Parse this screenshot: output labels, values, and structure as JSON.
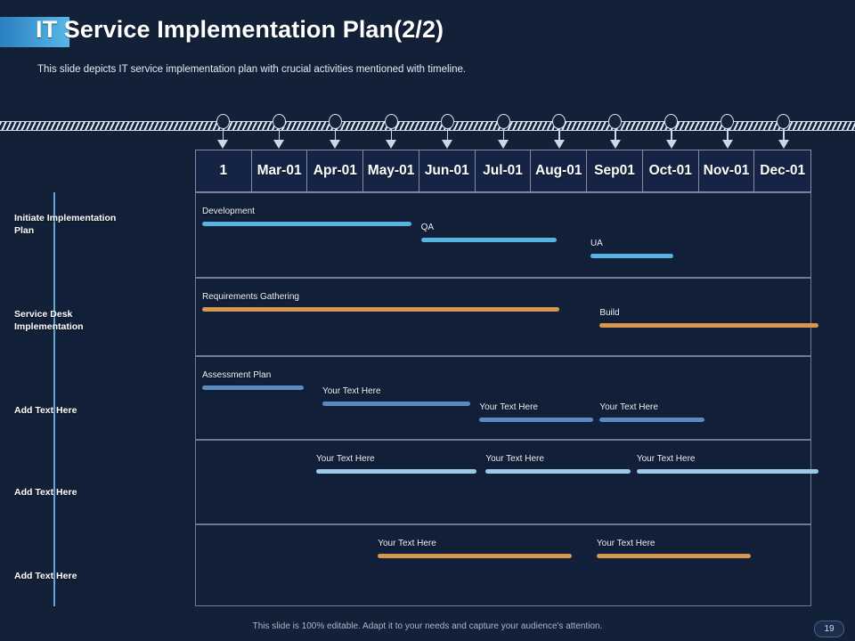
{
  "slide": {
    "title": "IT Service Implementation Plan(2/2)",
    "title_accent_word": "IT",
    "subtitle": "This slide depicts IT service implementation plan with crucial activities mentioned with timeline.",
    "footer_note": "This slide is 100% editable. Adapt it to your needs and capture your audience's attention.",
    "page_number": "19"
  },
  "colors": {
    "background": "#122038",
    "accent_blue": "#59b8e8",
    "bar_light_blue": "#58b3e0",
    "bar_steel_blue": "#5a8ac2",
    "bar_pale_blue": "#9cc9e8",
    "bar_orange": "#d8964e",
    "grid_line": "#6d7c90",
    "timeline_line": "#dfe9f2"
  },
  "timeline": {
    "marker_count": 11,
    "columns": [
      "1",
      "Mar-01",
      "Apr-01",
      "May-01",
      "Jun-01",
      "Jul-01",
      "Aug-01",
      "Sep01",
      "Oct-01",
      "Nov-01",
      "Dec-01"
    ]
  },
  "rows": [
    {
      "label": "Initiate Implementation Plan",
      "bars": [
        {
          "text": "Development",
          "color": "bar_light_blue",
          "start_pct": 0.0,
          "width_pct": 34.0,
          "lane": 0
        },
        {
          "text": "QA",
          "color": "bar_light_blue",
          "start_pct": 35.5,
          "width_pct": 22.0,
          "lane": 1
        },
        {
          "text": "UA",
          "color": "bar_light_blue",
          "start_pct": 63.0,
          "width_pct": 13.5,
          "lane": 2
        }
      ]
    },
    {
      "label": "Service Desk Implementation",
      "bars": [
        {
          "text": "Requirements Gathering",
          "color": "bar_orange",
          "start_pct": 0.0,
          "width_pct": 58.0,
          "lane": 0
        },
        {
          "text": "Build",
          "color": "bar_orange",
          "start_pct": 64.5,
          "width_pct": 35.5,
          "lane": 1
        }
      ]
    },
    {
      "label": "Add Text Here",
      "bars": [
        {
          "text": "Assessment Plan",
          "color": "bar_steel_blue",
          "start_pct": 0.0,
          "width_pct": 16.5,
          "lane": 0
        },
        {
          "text": "Your Text Here",
          "color": "bar_steel_blue",
          "start_pct": 19.5,
          "width_pct": 24.0,
          "lane": 1
        },
        {
          "text": "Your Text Here",
          "color": "bar_steel_blue",
          "start_pct": 45.0,
          "width_pct": 18.5,
          "lane": 2
        },
        {
          "text": "Your Text Here",
          "color": "bar_steel_blue",
          "start_pct": 64.5,
          "width_pct": 17.0,
          "lane": 2
        }
      ]
    },
    {
      "label": "Add Text Here",
      "bars": [
        {
          "text": "Your Text Here",
          "color": "bar_pale_blue",
          "start_pct": 18.5,
          "width_pct": 26.0,
          "lane": 0
        },
        {
          "text": "Your Text Here",
          "color": "bar_pale_blue",
          "start_pct": 46.0,
          "width_pct": 23.5,
          "lane": 0
        },
        {
          "text": "Your Text Here",
          "color": "bar_pale_blue",
          "start_pct": 70.5,
          "width_pct": 29.5,
          "lane": 0
        }
      ]
    },
    {
      "label": "Add Text Here",
      "bars": [
        {
          "text": "Your Text Here",
          "color": "bar_orange",
          "start_pct": 28.5,
          "width_pct": 31.5,
          "lane": 0
        },
        {
          "text": "Your Text Here",
          "color": "bar_orange",
          "start_pct": 64.0,
          "width_pct": 25.0,
          "lane": 0
        }
      ]
    }
  ]
}
